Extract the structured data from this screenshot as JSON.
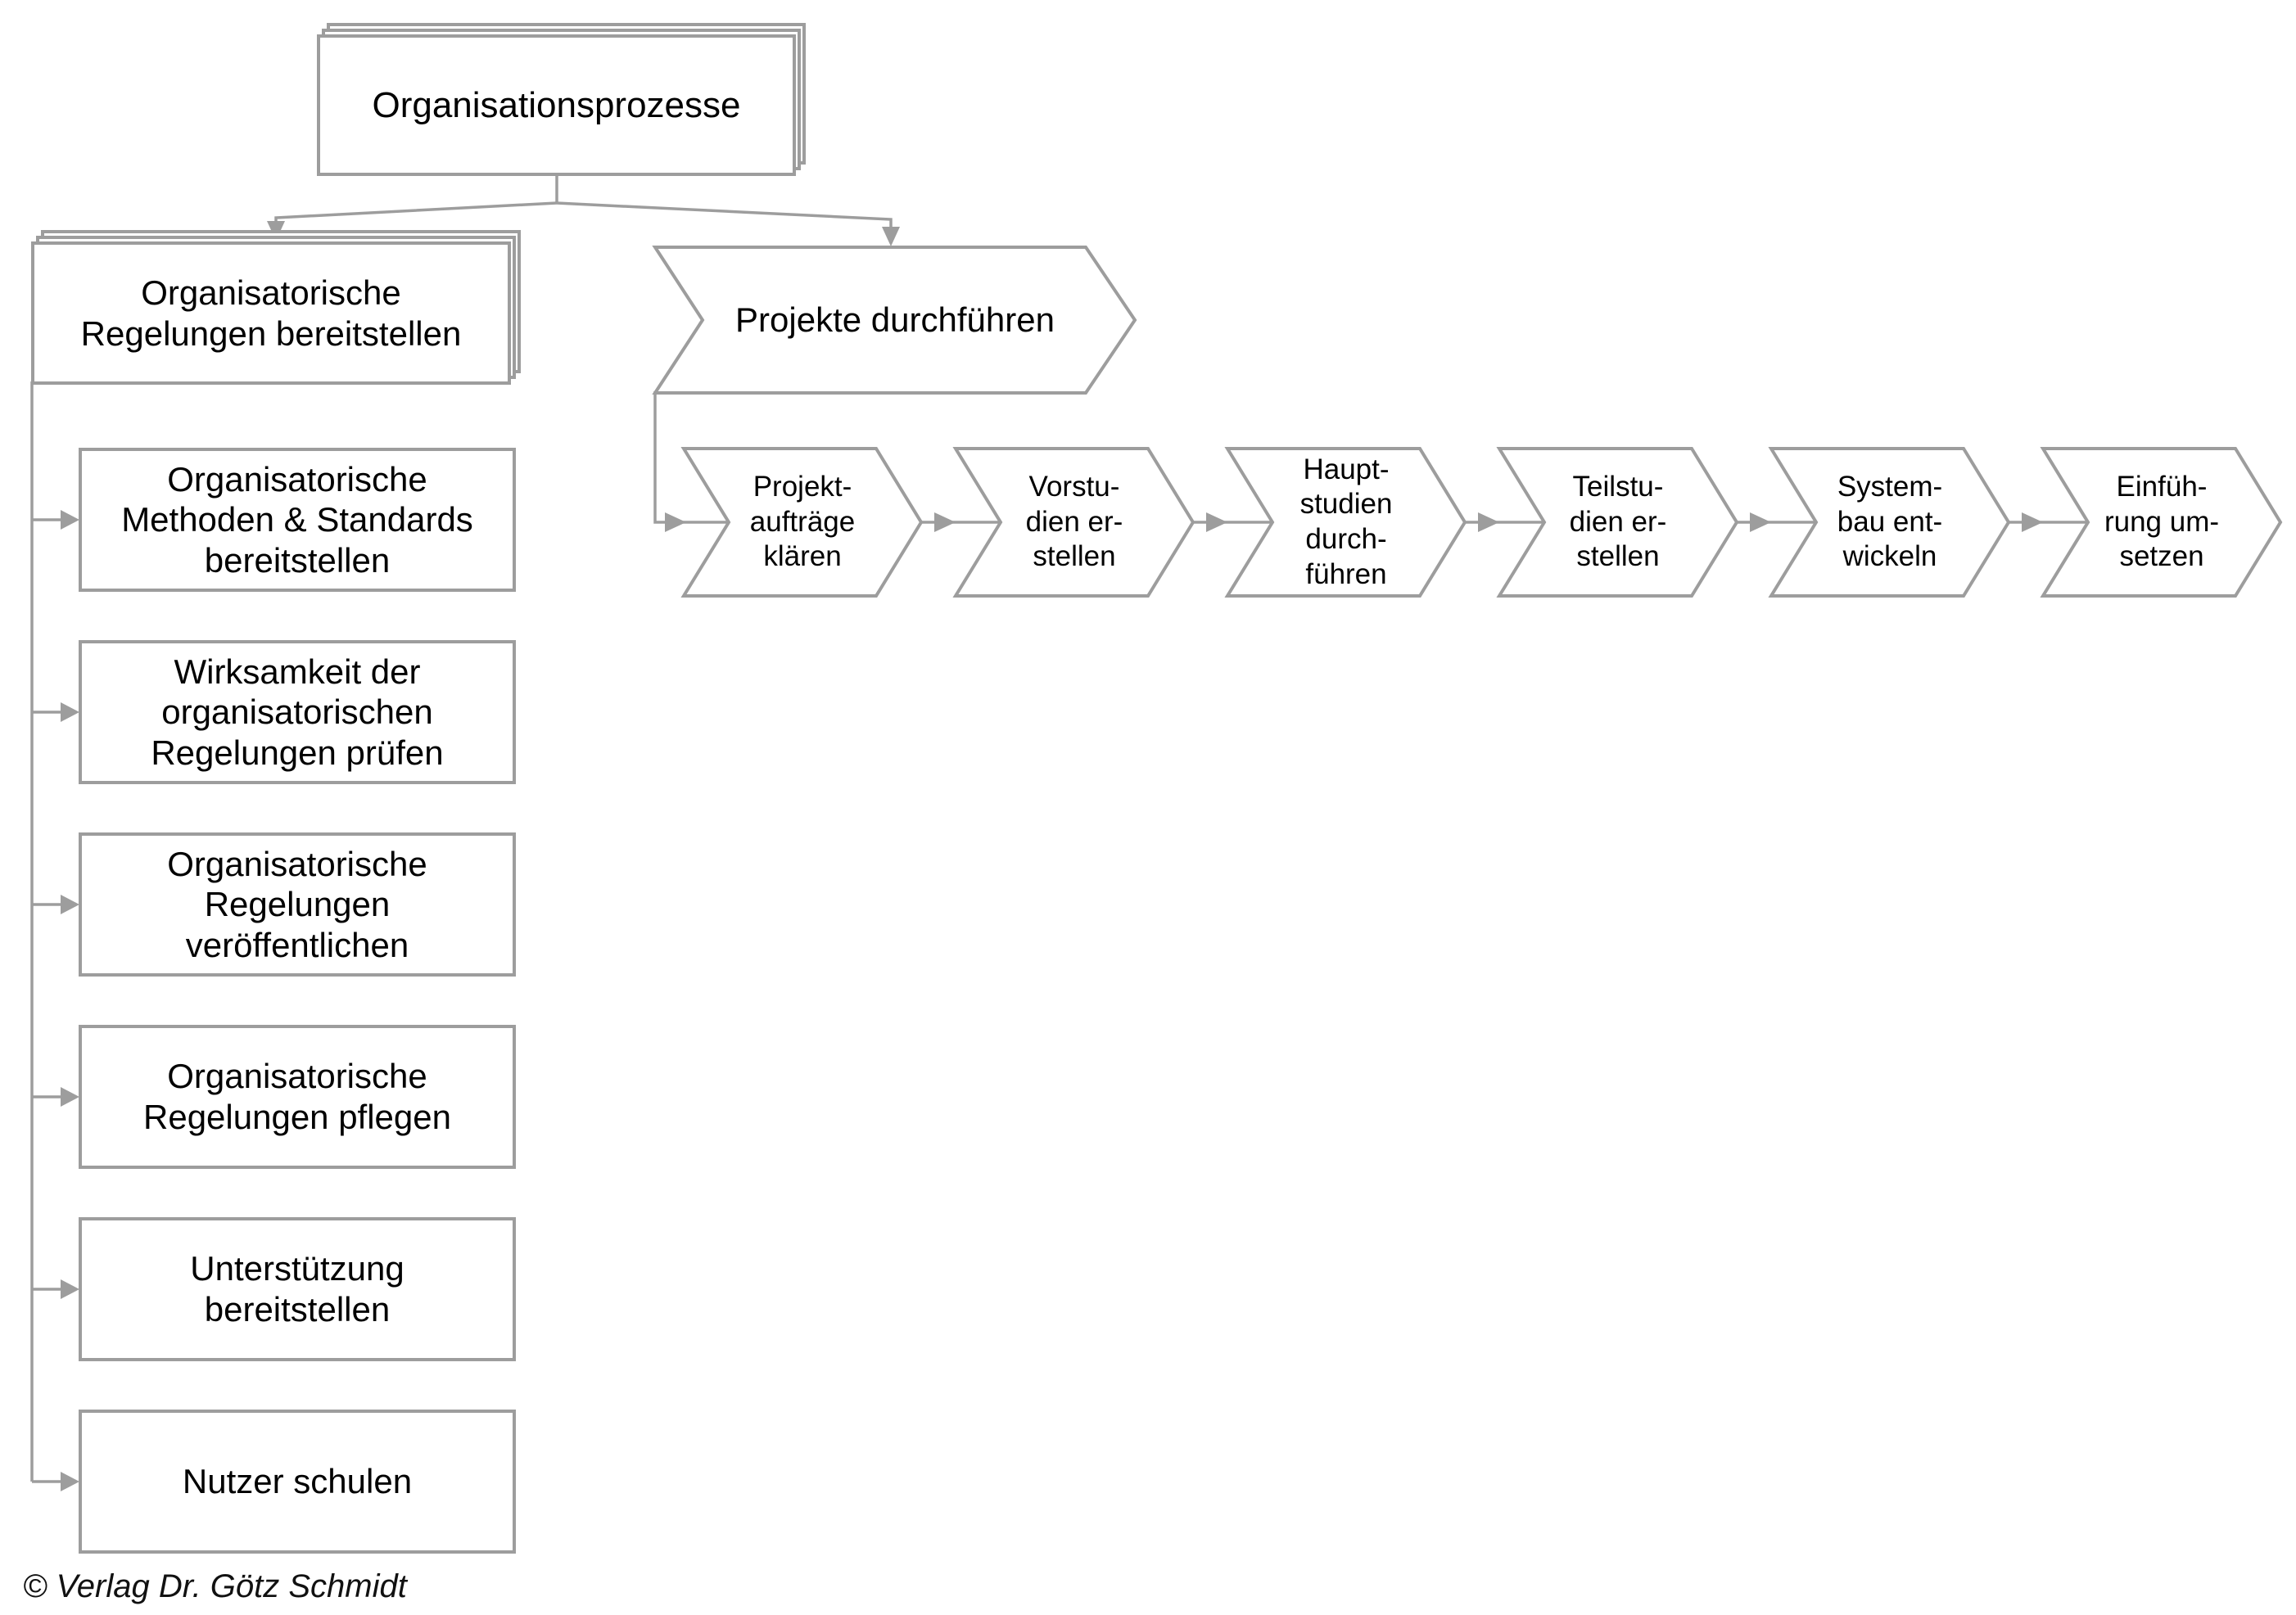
{
  "colors": {
    "line": "#9d9d9d",
    "text": "#000000",
    "background": "#ffffff"
  },
  "root": {
    "label": "Organisationsprozesse"
  },
  "left_branch": {
    "label": "Organisatorische\nRegelungen bereitstellen",
    "children": [
      {
        "label": "Organisatorische\nMethoden & Standards\nbereitstellen"
      },
      {
        "label": "Wirksamkeit der\norganisatorischen\nRegelungen prüfen"
      },
      {
        "label": "Organisatorische\nRegelungen\nveröffentlichen"
      },
      {
        "label": "Organisatorische\nRegelungen pflegen"
      },
      {
        "label": "Unterstützung\nbereitstellen"
      },
      {
        "label": "Nutzer schulen"
      }
    ]
  },
  "right_branch": {
    "label": "Projekte durchführen",
    "steps": [
      {
        "label": "Projekt-\naufträge\nklären"
      },
      {
        "label": "Vorstu-\ndien er-\nstellen"
      },
      {
        "label": "Haupt-\nstudien\ndurch-\nführen"
      },
      {
        "label": "Teilstu-\ndien er-\nstellen"
      },
      {
        "label": "System-\nbau ent-\nwickeln"
      },
      {
        "label": "Einfüh-\nrung um-\nsetzen"
      }
    ]
  },
  "footer": {
    "copyright": "© Verlag Dr. Götz Schmidt"
  }
}
